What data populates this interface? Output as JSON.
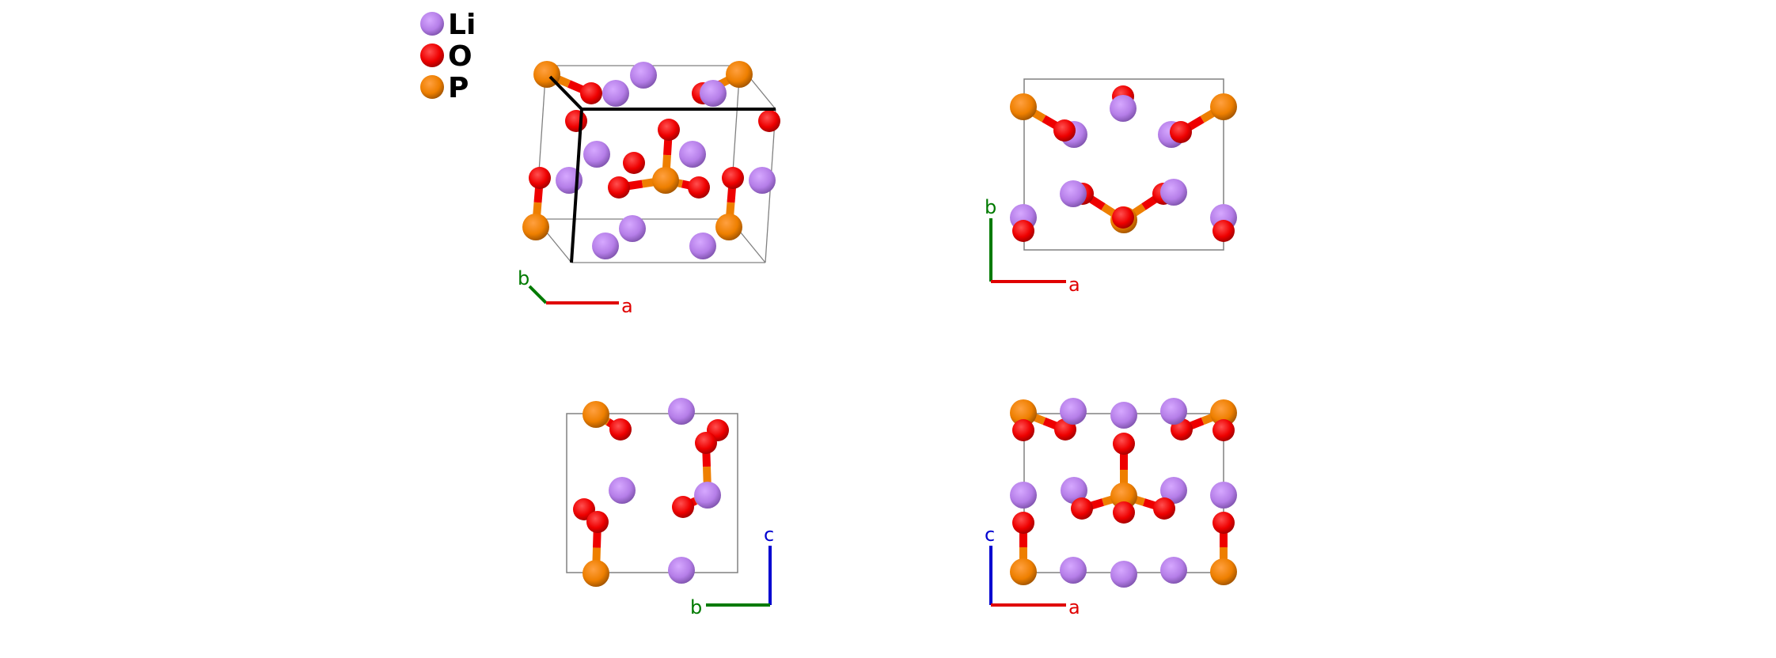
{
  "legend": [
    {
      "element": "Li",
      "color": "#b57ee8"
    },
    {
      "element": "O",
      "color": "#ee0000"
    },
    {
      "element": "P",
      "color": "#ee7f00"
    }
  ],
  "colors": {
    "Li": "#b57ee8",
    "O": "#ee0000",
    "P": "#ee7f00",
    "axis_a": "#e00000",
    "axis_b": "#007a00",
    "axis_c": "#0000d0",
    "cell": "#808080"
  },
  "views": [
    {
      "name": "perspective",
      "axes": [
        "b",
        "a"
      ]
    },
    {
      "name": "view-along-c",
      "axes": [
        "b",
        "a"
      ]
    },
    {
      "name": "view-along-a",
      "axes": [
        "c",
        "b"
      ]
    },
    {
      "name": "view-along-b",
      "axes": [
        "c",
        "a"
      ]
    }
  ]
}
